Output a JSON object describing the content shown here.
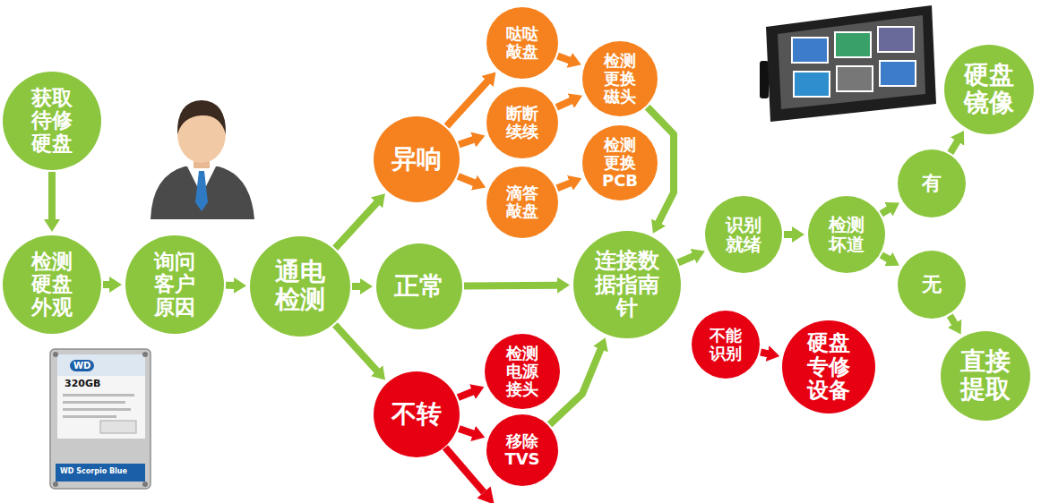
{
  "diagram": {
    "nodes": [
      {
        "text": [
          "获取待修硬盘"
        ]
      },
      {
        "text": [
          "检测硬盘外观"
        ]
      },
      {
        "text": [
          "询问客户原因"
        ]
      },
      {
        "text": [
          "通电检测"
        ]
      },
      {
        "text": [
          "异响"
        ]
      },
      {
        "text": [
          "正常"
        ]
      },
      {
        "text": [
          "不转"
        ]
      },
      {
        "text": [
          "哒哒敲盘"
        ]
      },
      {
        "text": [
          "断断续续"
        ]
      },
      {
        "text": [
          "滴答敲盘"
        ]
      },
      {
        "text": [
          "检测更换磁头"
        ]
      },
      {
        "text": [
          "检测更换PCB"
        ]
      },
      {
        "text": [
          "检测电源接头"
        ]
      },
      {
        "text": [
          "移除TVS"
        ]
      },
      {
        "text": [
          "连接数据指南针"
        ]
      },
      {
        "text": [
          "识别就绪"
        ]
      },
      {
        "text": [
          "检测坏道"
        ]
      },
      {
        "text": [
          "有"
        ]
      },
      {
        "text": [
          "无"
        ]
      },
      {
        "text": [
          "硬盘镜像"
        ]
      },
      {
        "text": [
          "直接提取"
        ]
      },
      {
        "text": [
          "不能识别"
        ]
      },
      {
        "text": [
          "硬盘专修设备"
        ]
      }
    ],
    "edges": [
      {
        "from": 0,
        "to": 1,
        "arrow": "to"
      },
      {
        "from": 1,
        "to": 2,
        "arrow": "to"
      },
      {
        "from": 2,
        "to": 3,
        "arrow": "to"
      },
      {
        "from": 3,
        "to": 4,
        "arrow": "to"
      },
      {
        "from": 3,
        "to": 5,
        "arrow": "to"
      },
      {
        "from": 3,
        "to": 6,
        "arrow": "to"
      },
      {
        "from": 4,
        "to": 7,
        "arrow": "to"
      },
      {
        "from": 4,
        "to": 8,
        "arrow": "to"
      },
      {
        "from": 4,
        "to": 9,
        "arrow": "to"
      },
      {
        "from": 7,
        "to": 10,
        "arrow": "to"
      },
      {
        "from": 8,
        "to": 10,
        "arrow": "to"
      },
      {
        "from": 9,
        "to": 11,
        "arrow": "to"
      },
      {
        "from": 10,
        "to": 14,
        "arrow": "to"
      },
      {
        "from": 5,
        "to": 14,
        "arrow": "to"
      },
      {
        "from": 6,
        "to": 12,
        "arrow": "to"
      },
      {
        "from": 6,
        "to": 13,
        "arrow": "to"
      },
      {
        "from": 13,
        "to": 14,
        "arrow": "to"
      },
      {
        "from": 14,
        "to": 15,
        "arrow": "to"
      },
      {
        "from": 15,
        "to": 16,
        "arrow": "to"
      },
      {
        "from": 16,
        "to": 17,
        "arrow": "to"
      },
      {
        "from": 16,
        "to": 18,
        "arrow": "to"
      },
      {
        "from": 17,
        "to": 19,
        "arrow": "to"
      },
      {
        "from": 18,
        "to": 20,
        "arrow": "to"
      },
      {
        "from": 21,
        "to": 22,
        "arrow": "to"
      }
    ],
    "labels": [
      "WD",
      "320GB",
      "WD Scorpio Blue"
    ]
  }
}
